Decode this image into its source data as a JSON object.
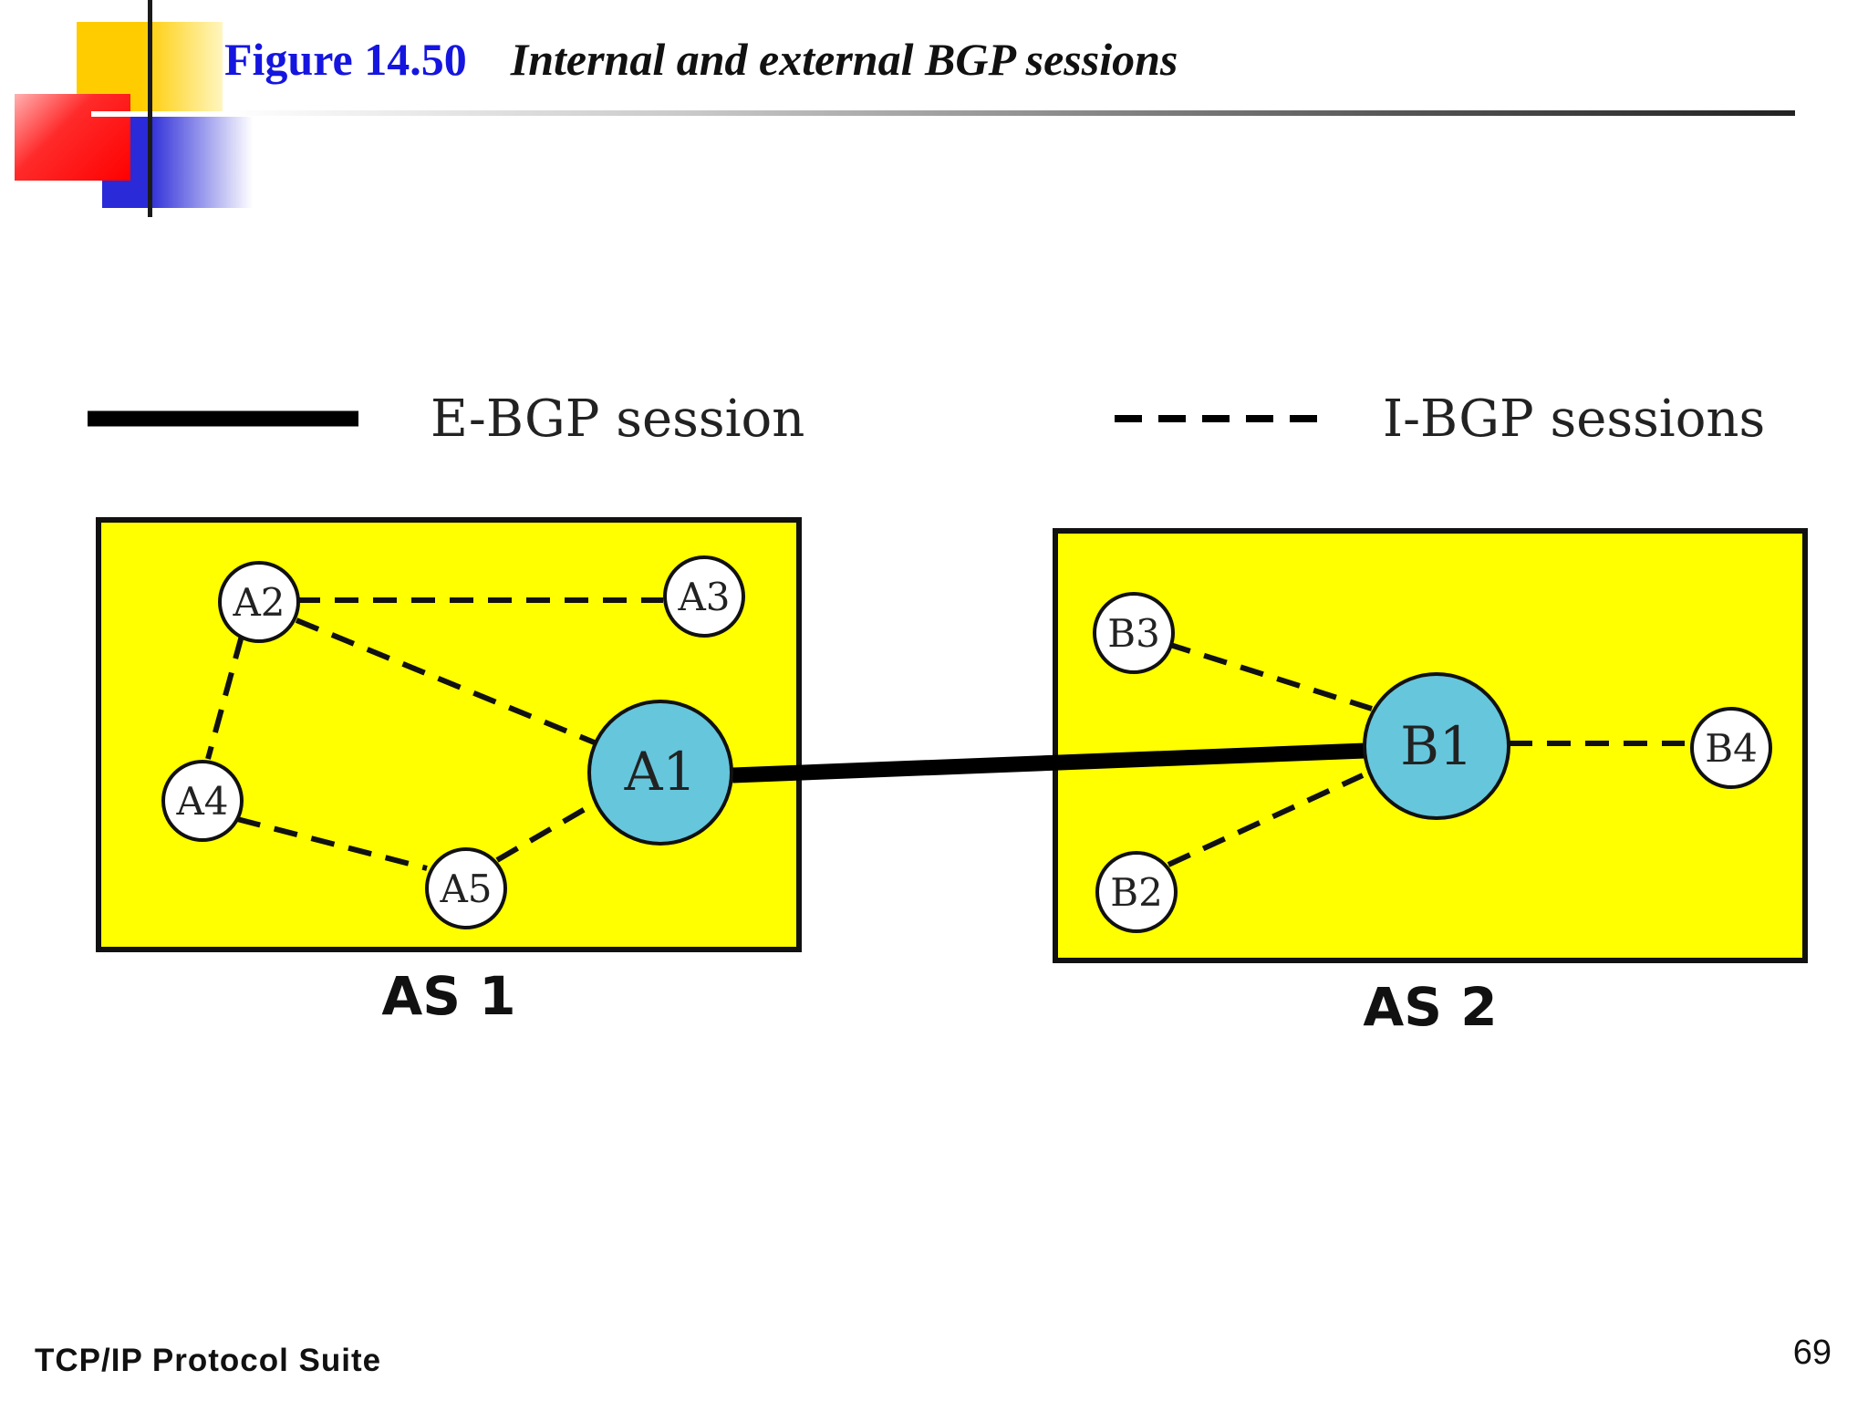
{
  "header": {
    "figure_number": "Figure 14.50",
    "figure_caption": "Internal and external BGP sessions"
  },
  "legend": {
    "ebgp_label": "E-BGP session",
    "ibgp_label": "I-BGP sessions"
  },
  "autonomous_systems": [
    {
      "label": "AS 1",
      "fill": "#ffff00"
    },
    {
      "label": "AS 2",
      "fill": "#ffff00"
    }
  ],
  "nodes": {
    "A1": "A1",
    "A2": "A2",
    "A3": "A3",
    "A4": "A4",
    "A5": "A5",
    "B1": "B1",
    "B2": "B2",
    "B3": "B3",
    "B4": "B4"
  },
  "colors": {
    "speaker_node": "#66c6dc",
    "router_node": "#ffffff",
    "box_fill": "#ffff00",
    "title_blue": "#1515e0"
  },
  "footer": {
    "left": "TCP/IP Protocol Suite",
    "page_number": "69"
  }
}
